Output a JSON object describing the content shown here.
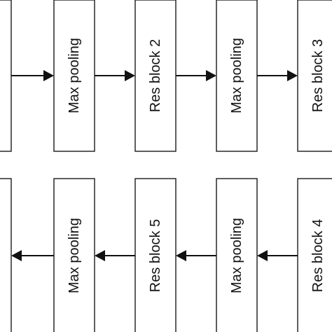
{
  "diagram": {
    "rows": [
      {
        "direction": "right",
        "blocks": [
          {
            "id": "top-left-edge",
            "label": ""
          },
          {
            "id": "top-max-pooling-1",
            "label": "Max pooling"
          },
          {
            "id": "top-res-block-2",
            "label": "Res block 2"
          },
          {
            "id": "top-max-pooling-2",
            "label": "Max pooling"
          },
          {
            "id": "top-res-block-3",
            "label": "Res block 3"
          }
        ]
      },
      {
        "direction": "left",
        "blocks": [
          {
            "id": "bottom-left-edge",
            "label": ""
          },
          {
            "id": "bottom-max-pooling-1",
            "label": "Max pooling"
          },
          {
            "id": "bottom-res-block-5",
            "label": "Res block 5"
          },
          {
            "id": "bottom-max-pooling-2",
            "label": "Max pooling"
          },
          {
            "id": "bottom-res-block-4",
            "label": "Res block 4"
          }
        ]
      }
    ],
    "colors": {
      "stroke": "#1a1a1a",
      "text": "#111111",
      "background": "#ffffff"
    }
  }
}
